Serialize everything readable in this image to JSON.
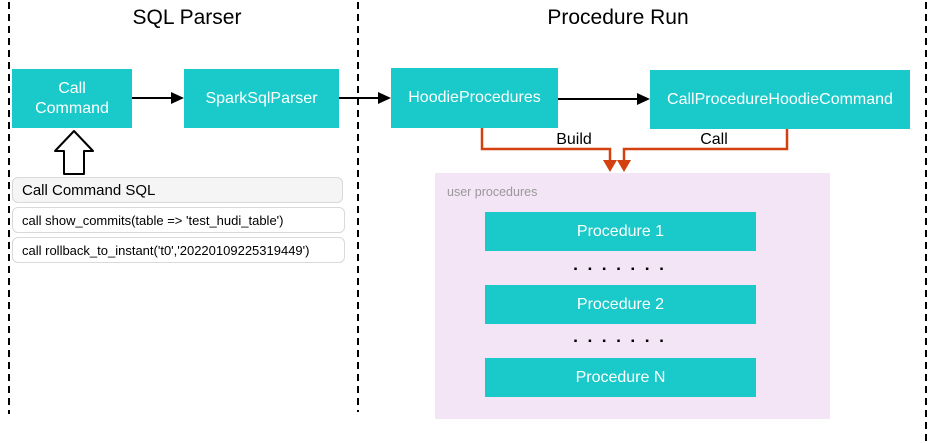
{
  "titles": {
    "left": "SQL Parser",
    "right": "Procedure Run"
  },
  "nodes": {
    "call_command": "Call Command",
    "spark_sql_parser": "SparkSqlParser",
    "hoodie_procedures": "HoodieProcedures",
    "call_procedure_hoodie_command": "CallProcedureHoodieCommand"
  },
  "edge_labels": {
    "build": "Build",
    "call": "Call"
  },
  "sql_panel": {
    "title": "Call Command SQL",
    "rows": [
      "call show_commits(table => 'test_hudi_table')",
      "call rollback_to_instant('t0','20220109225319449')"
    ]
  },
  "user_procedures": {
    "label": "user procedures",
    "items": [
      "Procedure 1",
      "Procedure 2",
      "Procedure N"
    ],
    "dots": "▪ ▪ ▪ ▪ ▪ ▪ ▪"
  },
  "colors": {
    "teal": "#1AC9C9",
    "red": "#D2410F",
    "purple": "#F3E5F5",
    "panel_gray": "#F5F5F5",
    "border_gray": "#D9D9D9",
    "label_gray": "#999999"
  }
}
